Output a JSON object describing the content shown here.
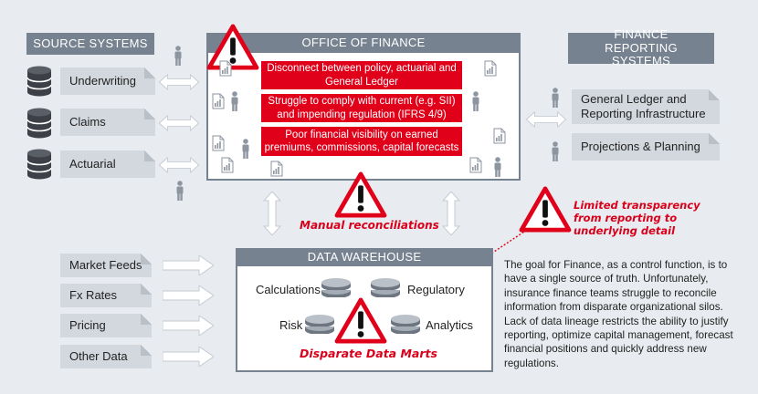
{
  "source_systems": {
    "header": "SOURCE SYSTEMS",
    "items": [
      "Underwriting",
      "Claims",
      "Actuarial"
    ]
  },
  "office": {
    "header": "OFFICE OF FINANCE",
    "issues": [
      "Disconnect between policy, actuarial and General Ledger",
      "Struggle to comply with current (e.g. SII) and impending regulation (IFRS 4/9)",
      "Poor financial visibility on earned premiums, commissions, capital forecasts"
    ]
  },
  "reporting": {
    "header": "FINANCE REPORTING SYSTEMS",
    "items": [
      "General Ledger and Reporting Infrastructure",
      "Projections & Planning"
    ]
  },
  "annotations": {
    "manual": "Manual reconciliations",
    "transparency": "Limited transparency from reporting to underlying detail",
    "marts": "Disparate Data Marts"
  },
  "warehouse": {
    "header": "DATA WAREHOUSE",
    "labels": [
      "Calculations",
      "Regulatory",
      "Risk",
      "Analytics"
    ]
  },
  "feeds": [
    "Market Feeds",
    "Fx Rates",
    "Pricing",
    "Other Data"
  ],
  "description": "The goal for Finance, as a control function, is to have a single source of truth. Unfortunately, insurance finance teams struggle to reconcile information from disparate organizational silos. Lack of data lineage restricts the ability to justify reporting, optimize capital management, forecast financial positions and quickly address new regulations.",
  "colors": {
    "header_bg": "#76828f",
    "tag_bg": "#d3d8de",
    "alert_red": "#e1001a",
    "background": "#e8ebef"
  }
}
